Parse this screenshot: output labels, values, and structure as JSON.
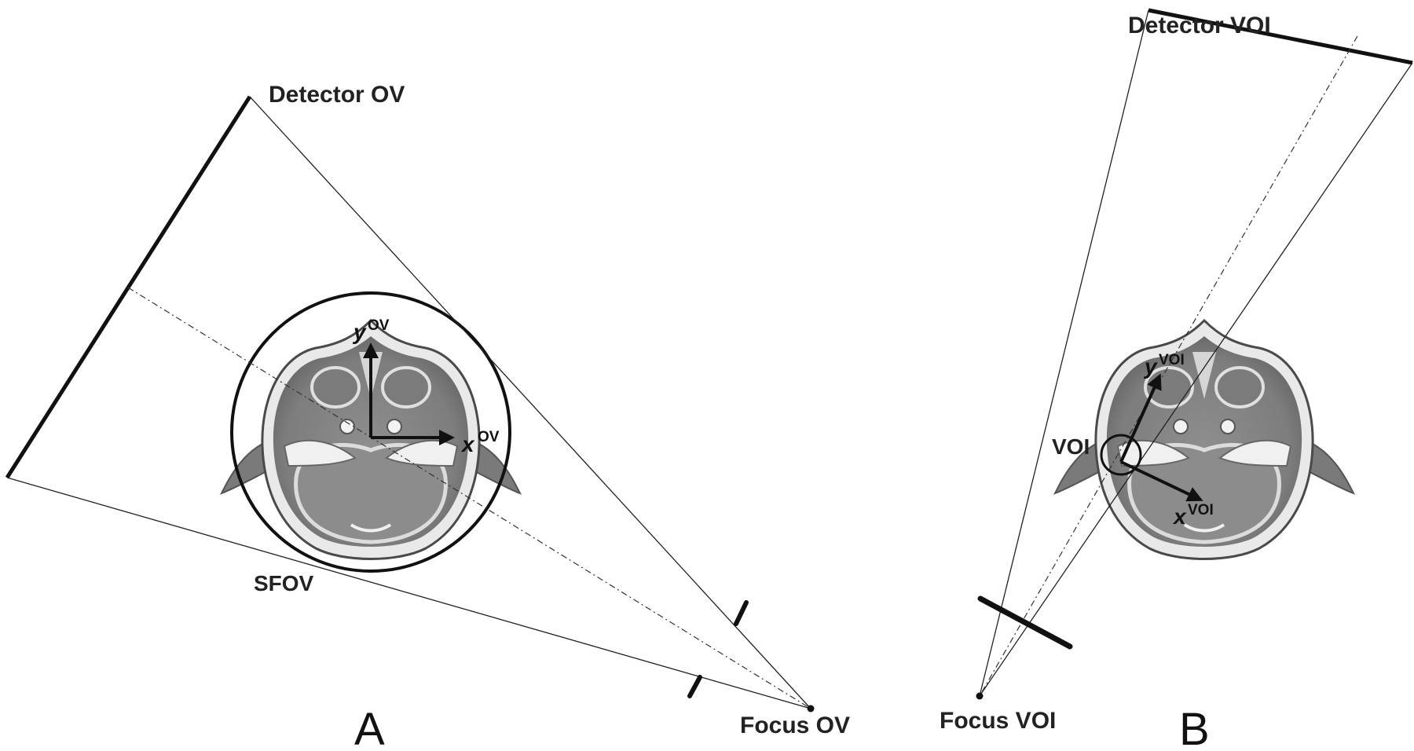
{
  "panel_a": {
    "letter": "A",
    "detector_label": "Detector OV",
    "focus_label": "Focus OV",
    "sfov_label": "SFOV",
    "x_axis": {
      "letter": "x",
      "sup": "OV"
    },
    "y_axis": {
      "letter": "y",
      "sup": "OV"
    }
  },
  "panel_b": {
    "letter": "B",
    "detector_label": "Detector VOI",
    "focus_label": "Focus VOI",
    "voi_label": "VOI",
    "x_axis": {
      "letter": "x",
      "sup": "VOI"
    },
    "y_axis": {
      "letter": "y",
      "sup": "VOI"
    }
  },
  "colors": {
    "lines": "#111111",
    "scan": "#8a8a8a"
  }
}
